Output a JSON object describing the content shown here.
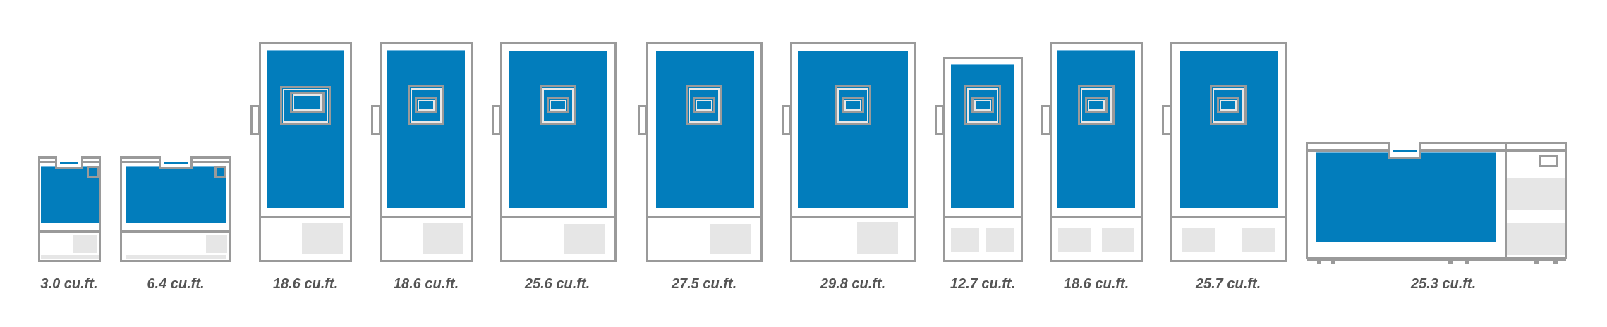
{
  "colors": {
    "door_blue": "#027dbc",
    "outline_gray": "#9a9a9a",
    "panel_gray": "#e6e6e6",
    "label_text": "#555555"
  },
  "units": [
    {
      "type": "chest-small",
      "capacity": "3.0 cu.ft."
    },
    {
      "type": "chest-small",
      "capacity": "6.4 cu.ft."
    },
    {
      "type": "upright",
      "capacity": "18.6 cu.ft."
    },
    {
      "type": "upright",
      "capacity": "18.6 cu.ft."
    },
    {
      "type": "upright",
      "capacity": "25.6 cu.ft."
    },
    {
      "type": "upright",
      "capacity": "27.5 cu.ft."
    },
    {
      "type": "upright",
      "capacity": "29.8 cu.ft."
    },
    {
      "type": "upright-compact",
      "capacity": "12.7 cu.ft."
    },
    {
      "type": "upright-dual-vent",
      "capacity": "18.6 cu.ft."
    },
    {
      "type": "upright-dual-vent",
      "capacity": "25.7 cu.ft."
    },
    {
      "type": "chest-large",
      "capacity": "25.3 cu.ft."
    }
  ]
}
